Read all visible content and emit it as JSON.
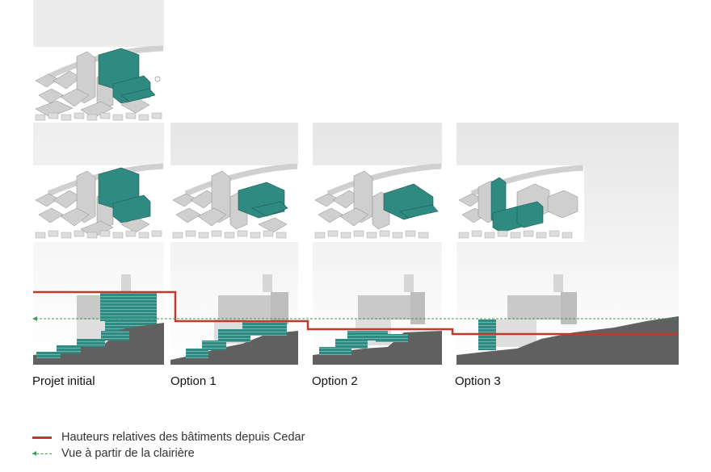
{
  "options": [
    {
      "label": "Projet initial"
    },
    {
      "label": "Option 1"
    },
    {
      "label": "Option 2"
    },
    {
      "label": "Option 3"
    }
  ],
  "legend": {
    "heights": "Hauteurs relatives des bâtiments depuis Cedar",
    "view": "Vue à partir de la clairière"
  },
  "colors": {
    "teal": "#2f8a82",
    "building": "#d9d9d9",
    "terrain": "#606060",
    "heights_line": "#c0392b",
    "view_line": "#3aa05a"
  }
}
